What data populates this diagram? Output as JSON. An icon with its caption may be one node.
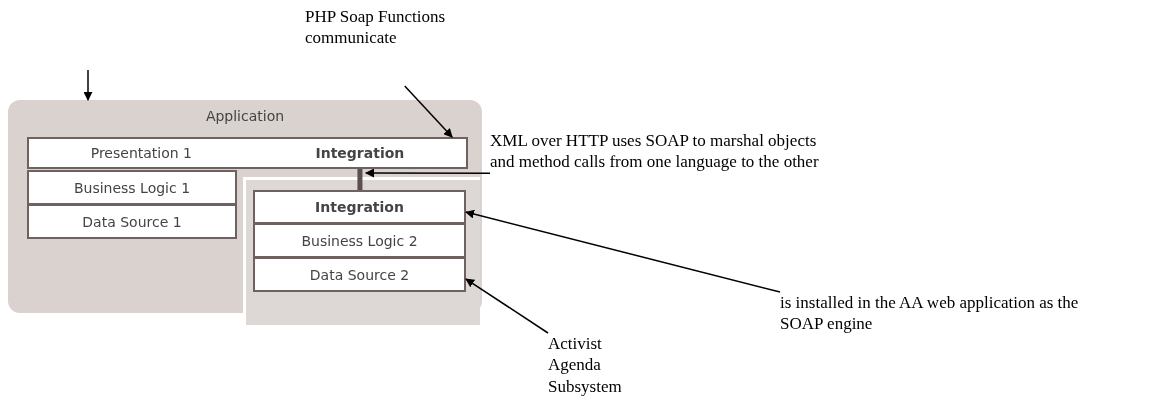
{
  "diagram": {
    "nodes": [
      {
        "text": [
          "Application"
        ]
      },
      {
        "text": [
          "Presentation 1",
          "Integration"
        ],
        "in": 0
      },
      {
        "text": [
          "Business Logic 1"
        ],
        "in": 0
      },
      {
        "text": [
          "Data Source 1"
        ],
        "in": 0
      },
      {
        "text": [],
        "shape": "box"
      },
      {
        "text": [
          "Integration"
        ],
        "in": 4
      },
      {
        "text": [
          "Business Logic 2"
        ],
        "in": 4
      },
      {
        "text": [
          "Data Source 2"
        ],
        "in": 4
      },
      {
        "text": [
          "PHP Soap Functions communicate"
        ]
      },
      {
        "text": [
          "XML over HTTP uses SOAP to marshal objects and method calls from one language to the other"
        ]
      },
      {
        "text": [
          "is installed in the AA web application as the SOAP engine"
        ]
      },
      {
        "text": [
          "Activist Agenda Subsystem"
        ]
      }
    ],
    "edges": [
      {
        "from": null,
        "to": 0,
        "arrow": "to"
      },
      {
        "from": 8,
        "to": 1,
        "arrow": "to"
      },
      {
        "from": 1,
        "to": 5,
        "arrow": "none",
        "style": "thick",
        "color": "#5a5050"
      },
      {
        "from": 9,
        "to": 5,
        "arrow": "to"
      },
      {
        "from": 10,
        "to": 5,
        "arrow": "to"
      },
      {
        "from": 11,
        "to": 7,
        "arrow": "to"
      }
    ]
  }
}
